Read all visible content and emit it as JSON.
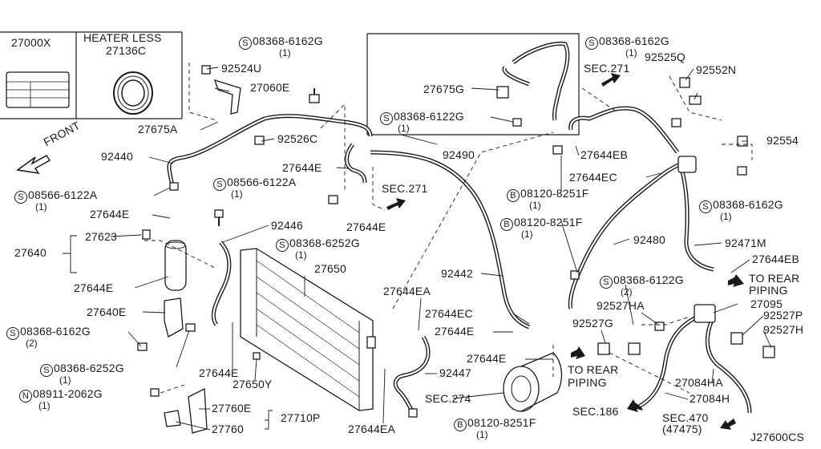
{
  "header": {
    "label_box_part": "27000X",
    "heater_less_title": "HEATER LESS",
    "heater_less_part": "27136C"
  },
  "direction": {
    "front": "FRONT"
  },
  "parts": {
    "p92524U": "92524U",
    "p27060E": "27060E",
    "p27675A": "27675A",
    "p92440": "92440",
    "p92526C": "92526C",
    "p27644E_a": "27644E",
    "p27644E_b": "27644E",
    "p27644E_c": "27644E",
    "p27644E_d": "27644E",
    "p27644E_e": "27644E",
    "p27644E_f": "27644E",
    "p27644E_g": "27644E",
    "p27623": "27623",
    "p27640": "27640",
    "p27640E": "27640E",
    "p92446": "92446",
    "p27650": "27650",
    "p27650Y": "27650Y",
    "p27760E": "27760E",
    "p27760": "27760",
    "p27710P": "27710P",
    "p27644EA_a": "27644EA",
    "p27644EA_b": "27644EA",
    "p92447": "92447",
    "p92442": "92442",
    "p27644EC_a": "27644EC",
    "p27644EC_b": "27644EC",
    "p27675G": "27675G",
    "p92490": "92490",
    "p27644EB_a": "27644EB",
    "p27644EB_b": "27644EB",
    "p92525Q": "92525Q",
    "p92552N": "92552N",
    "p92554": "92554",
    "p92480": "92480",
    "p92471M": "92471M",
    "p27095": "27095",
    "p92527HA": "92527HA",
    "p92527G": "92527G",
    "p92527P": "92527P",
    "p92527H": "92527H",
    "p27084HA": "27084HA",
    "p27084H": "27084H"
  },
  "fasteners": {
    "f1": {
      "code": "S",
      "part": "08368-6162G",
      "qty": "(1)"
    },
    "f2": {
      "code": "S",
      "part": "08368-6162G",
      "qty": "(1)"
    },
    "f3": {
      "code": "S",
      "part": "08368-6122G",
      "qty": "(1)"
    },
    "f4": {
      "code": "S",
      "part": "08566-6122A",
      "qty": "(1)"
    },
    "f5": {
      "code": "S",
      "part": "08566-6122A",
      "qty": "(1)"
    },
    "f6": {
      "code": "S",
      "part": "08368-6252G",
      "qty": "(1)"
    },
    "f7": {
      "code": "S",
      "part": "08368-6162G",
      "qty": "(2)"
    },
    "f8": {
      "code": "S",
      "part": "08368-6252G",
      "qty": "(1)"
    },
    "f9": {
      "code": "N",
      "part": "08911-2062G",
      "qty": "(1)"
    },
    "f10": {
      "code": "B",
      "part": "08120-8251F",
      "qty": "(1)"
    },
    "f11": {
      "code": "B",
      "part": "08120-8251F",
      "qty": "(1)"
    },
    "f12": {
      "code": "B",
      "part": "08120-8251F",
      "qty": "(1)"
    },
    "f13": {
      "code": "S",
      "part": "08368-6162G",
      "qty": "(1)"
    },
    "f14": {
      "code": "S",
      "part": "08368-6122G",
      "qty": "(2)"
    }
  },
  "references": {
    "sec271_a": "SEC.271",
    "sec271_b": "SEC.271",
    "sec274": "SEC.274",
    "sec186": "SEC.186",
    "sec470": "SEC.470",
    "sec470_sub": "(47475)",
    "to_rear_a_l1": "TO REAR",
    "to_rear_a_l2": "PIPING",
    "to_rear_b_l1": "TO REAR",
    "to_rear_b_l2": "PIPING"
  },
  "footer": {
    "diagram_code": "J27600CS"
  }
}
